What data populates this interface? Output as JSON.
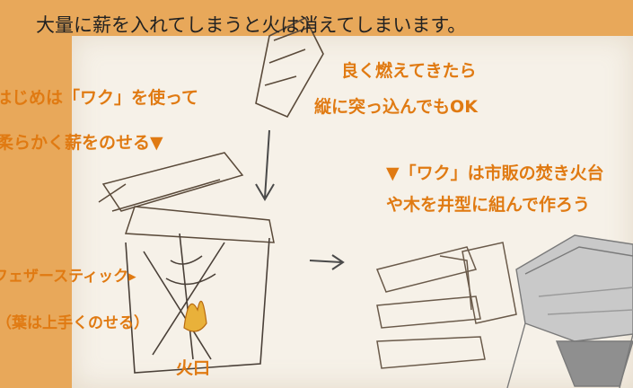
{
  "headline": "大量に薪を入れてしまうと火は消えてしまいます。",
  "annotations": {
    "well_burning": "良く燃えてきたら",
    "insert_vertical": "縦に突っ込んでもOK",
    "first_use_frame": "はじめは「ワク」を使って",
    "place_soft": "柔らかく薪をのせる▼",
    "frame_sold": "▼「ワク」は市販の焚き火台",
    "frame_wood": "や木を井型に組んで作ろう",
    "feather_stick": "フェザースティック▸",
    "leaves": "（葉は上手くのせる）",
    "fire_mouth": "火口"
  },
  "colors": {
    "background": "#e8a85a",
    "paper": "#f6f1e8",
    "accent": "#e07a12",
    "text": "#222222"
  }
}
